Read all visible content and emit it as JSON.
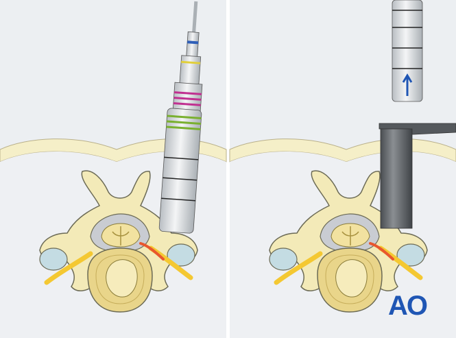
{
  "figure": {
    "panels": [
      "left",
      "right"
    ],
    "logo": {
      "text": "AO",
      "color": "#1f56b4"
    },
    "colors": {
      "background": "#eceff2",
      "skin": "#f5efc8",
      "bone": "#f3eab8",
      "bone_outline": "#6b6a55",
      "disc": "#e9d58a",
      "nerve": "#f4c832",
      "nerve_hot": "#e8572e",
      "instrument_light": "#d7dadd",
      "instrument_dark": "#5f6367",
      "arrow": "#1f56b4"
    }
  }
}
